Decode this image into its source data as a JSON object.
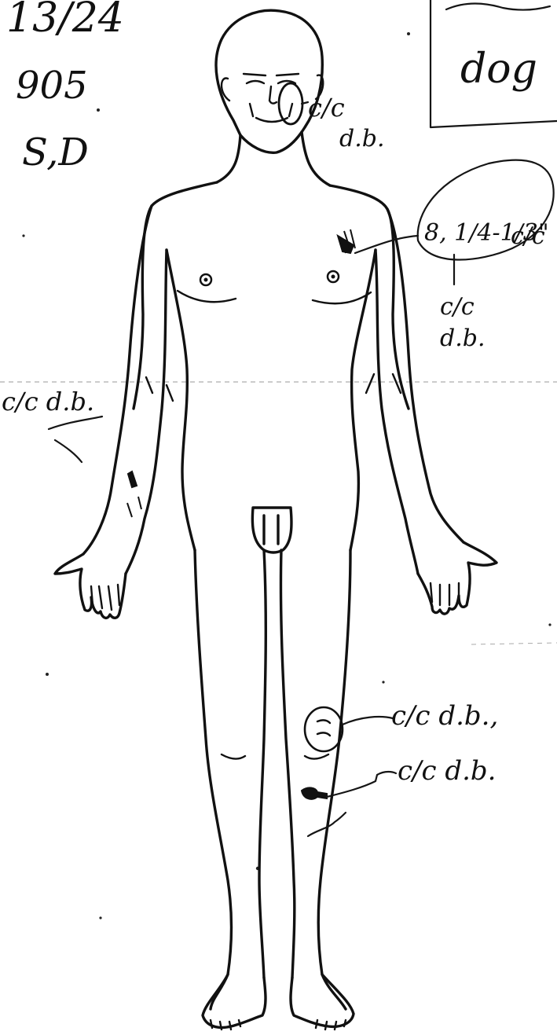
{
  "header_notes": {
    "line1": "13/24",
    "line2": "905",
    "line3": "S,D"
  },
  "boxed_note": {
    "text": "dog"
  },
  "annotations": {
    "face": {
      "label": "c/c",
      "sublabel": "d.b."
    },
    "chest": {
      "measure": "8, 1/4-1/3\"",
      "side": "c/c",
      "label": "c/c",
      "sublabel": "d.b."
    },
    "forearm": {
      "label": "c/c d.b."
    },
    "thigh": {
      "label": "c/c d.b.,"
    },
    "shin": {
      "label": "c/c d.b."
    }
  }
}
